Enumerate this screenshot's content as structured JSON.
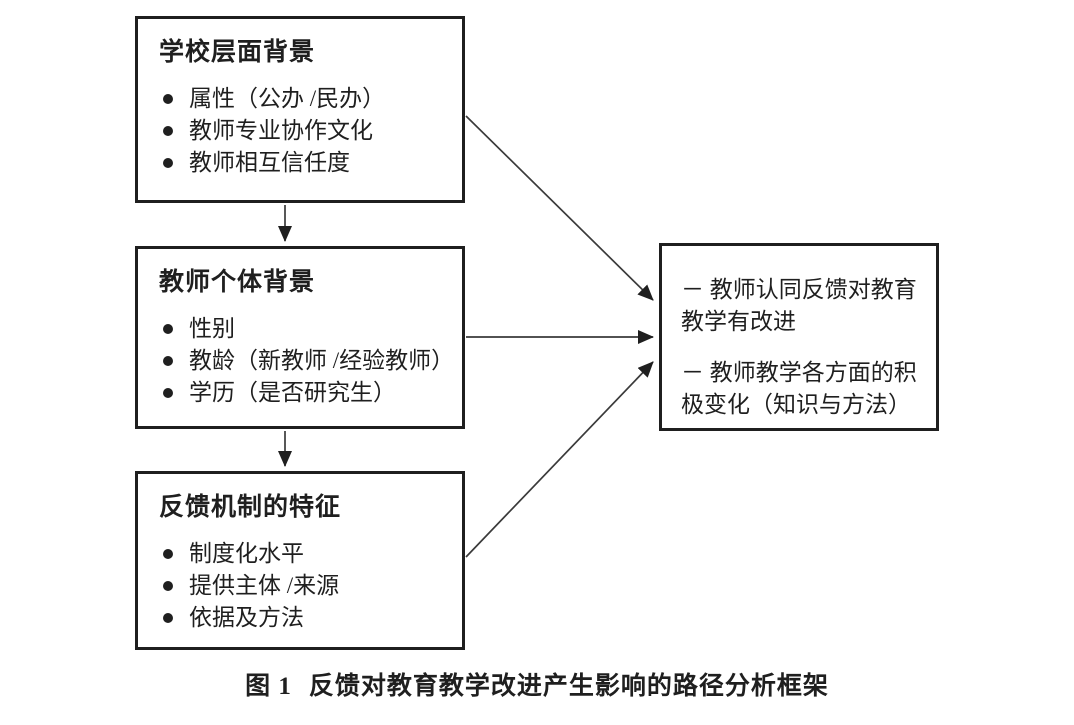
{
  "figure": {
    "colors": {
      "ink": "#1f1f1f",
      "background": "#ffffff"
    },
    "boxes": [
      {
        "title": "学校层面背景",
        "items": [
          "属性（公办 /民办）",
          "教师专业协作文化",
          "教师相互信任度"
        ]
      },
      {
        "title": "教师个体背景",
        "items": [
          "性别",
          "教龄（新教师 /经验教师）",
          "学历（是否研究生）"
        ]
      },
      {
        "title": "反馈机制的特征",
        "items": [
          "制度化水平",
          "提供主体 /来源",
          "依据及方法"
        ]
      }
    ],
    "outcome": {
      "items": [
        "－ 教师认同反馈对教育\n教学有改进",
        "－ 教师教学各方面的积\n极变化（知识与方法）"
      ]
    },
    "caption": {
      "label": "图 1",
      "text": "反馈对教育教学改进产生影响的路径分析框架"
    }
  }
}
